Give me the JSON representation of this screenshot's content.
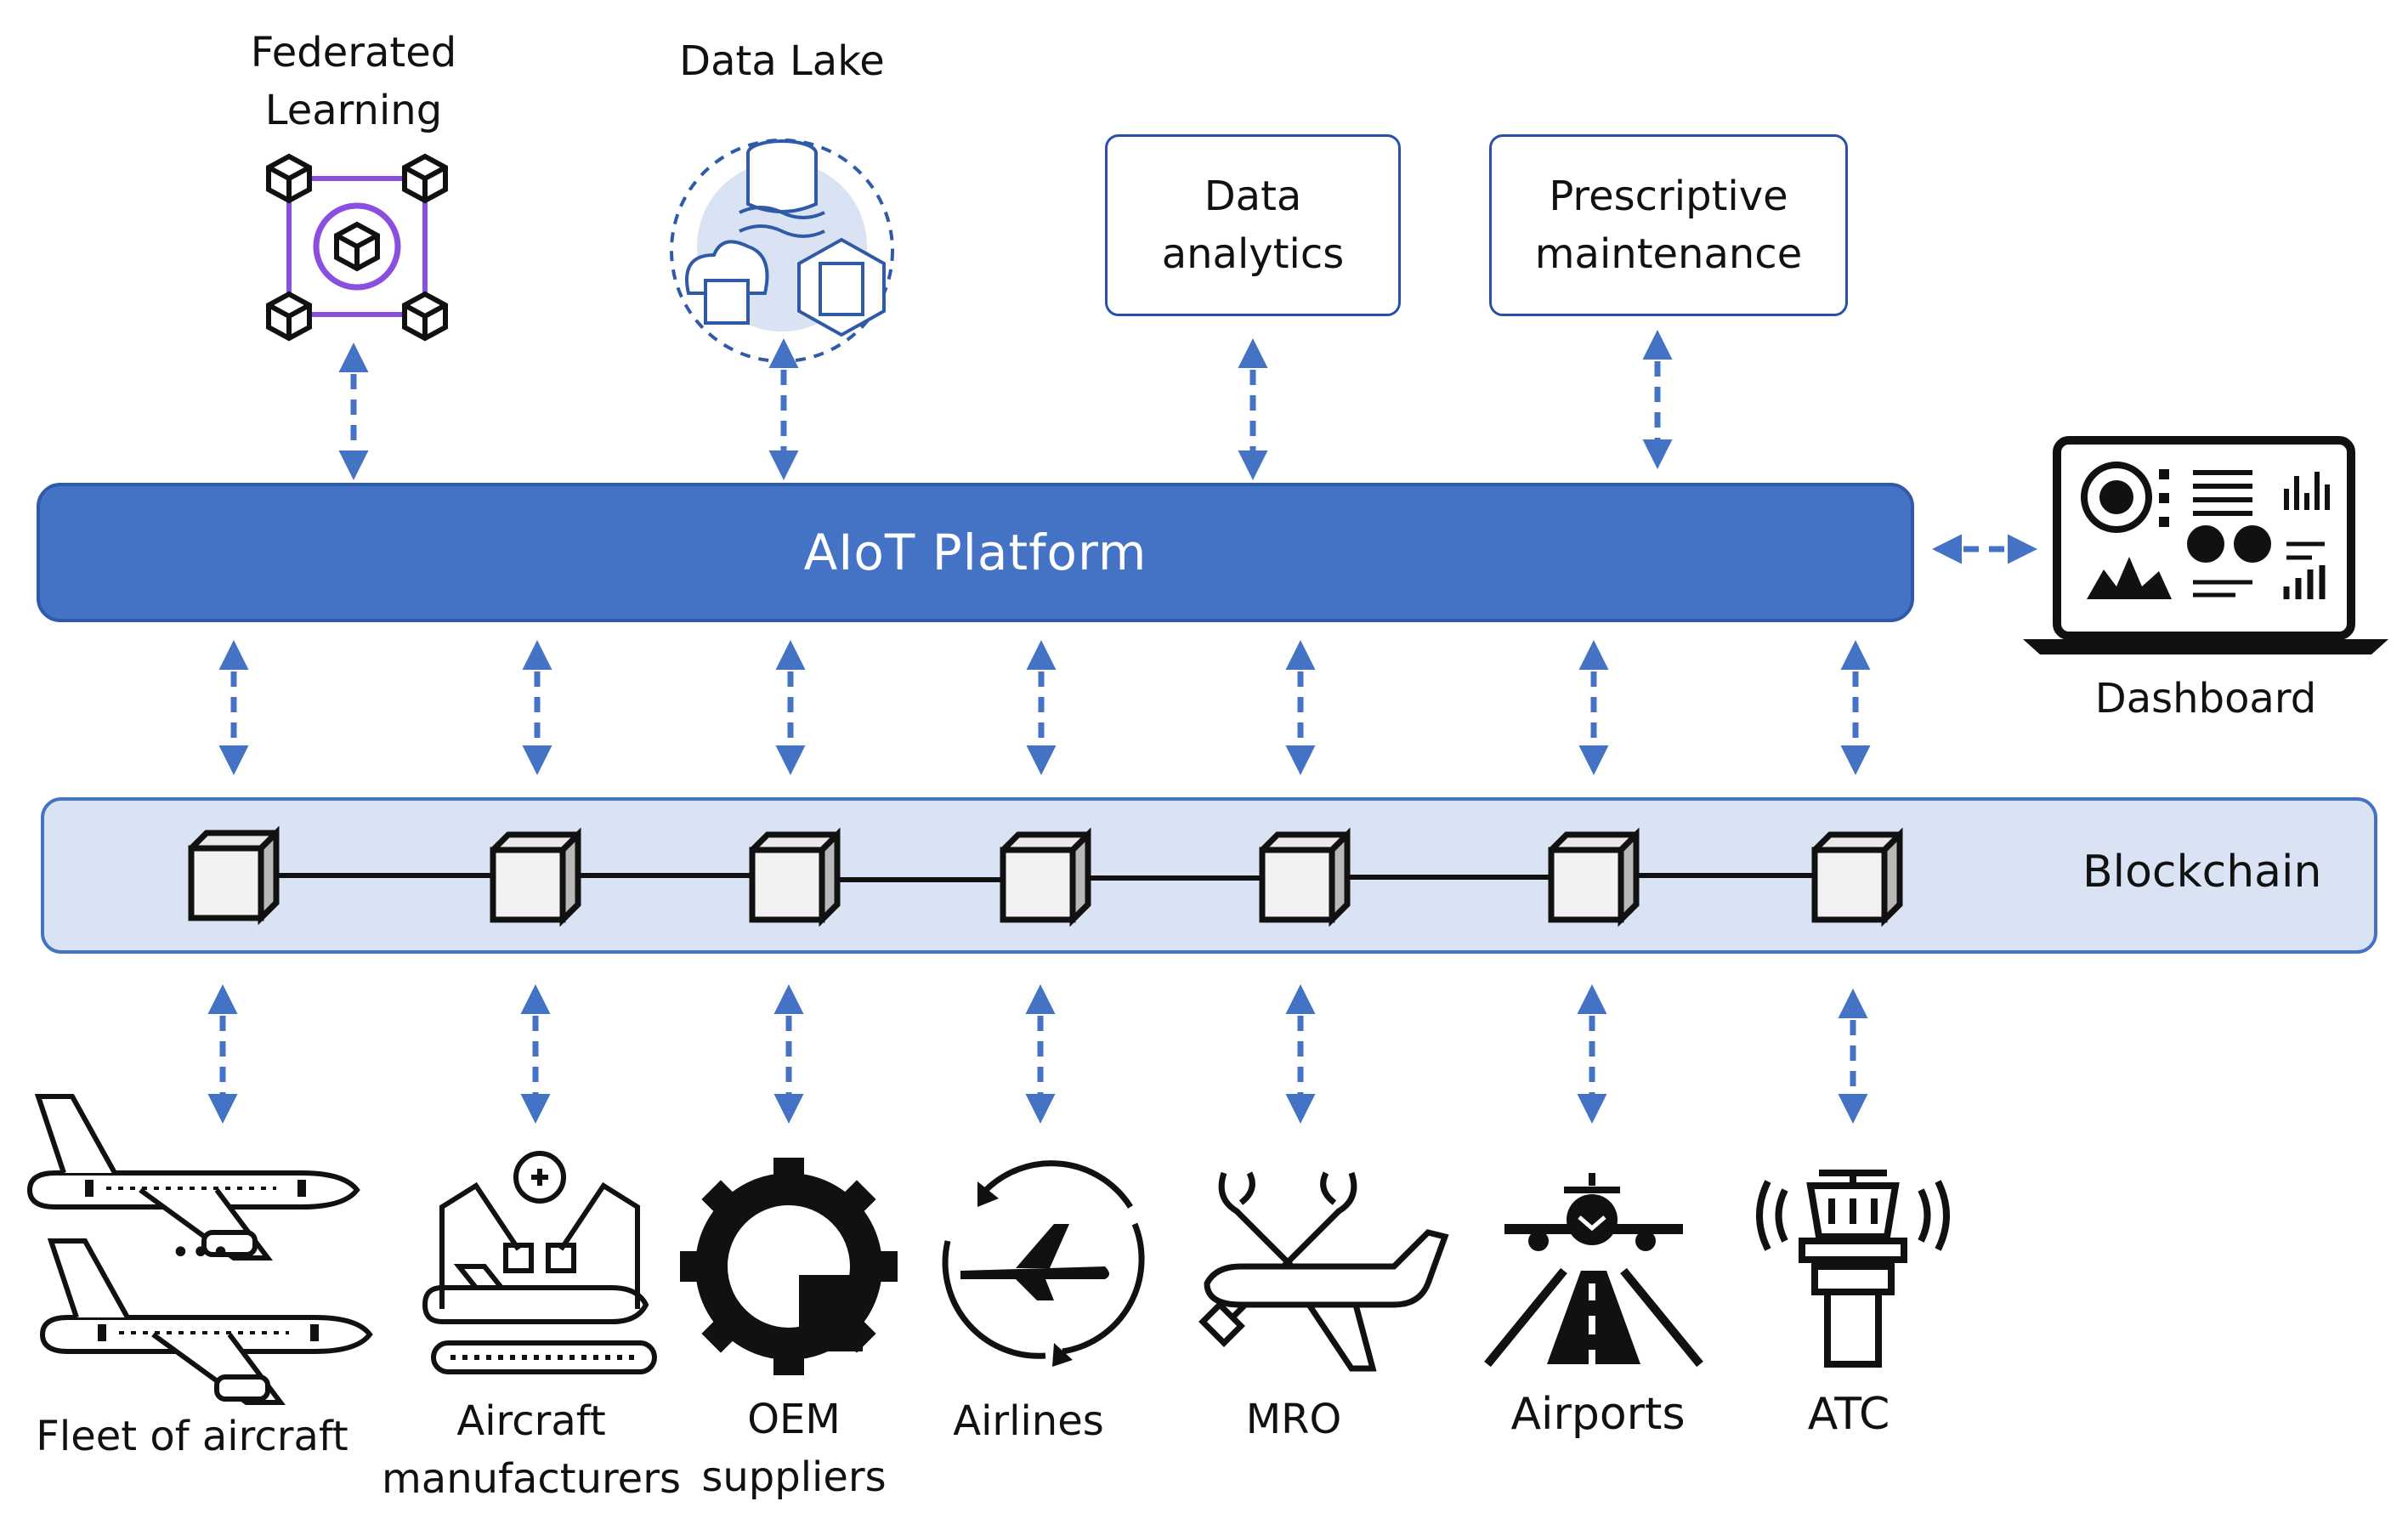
{
  "top": {
    "federated_learning": [
      "Federated",
      "Learning"
    ],
    "data_lake": "Data Lake",
    "data_analytics": [
      "Data",
      "analytics"
    ],
    "prescriptive_maintenance": [
      "Prescriptive",
      "maintenance"
    ]
  },
  "platform": {
    "label": "AIoT Platform"
  },
  "dashboard": {
    "label": "Dashboard"
  },
  "blockchain": {
    "label": "Blockchain"
  },
  "stakeholders": [
    {
      "lines": [
        "Fleet of aircraft"
      ],
      "icon": "aircraft-fleet-icon"
    },
    {
      "lines": [
        "Aircraft",
        "manufacturers"
      ],
      "icon": "robot-arms-assembly-icon"
    },
    {
      "lines": [
        "OEM",
        "suppliers"
      ],
      "icon": "gear-pie-icon"
    },
    {
      "lines": [
        "Airlines"
      ],
      "icon": "airplane-cycle-icon"
    },
    {
      "lines": [
        "MRO"
      ],
      "icon": "wrench-airplane-icon"
    },
    {
      "lines": [
        "Airports"
      ],
      "icon": "runway-airplane-icon"
    },
    {
      "lines": [
        "ATC"
      ],
      "icon": "control-tower-icon"
    }
  ],
  "fleet_ellipsis": "•••",
  "colors": {
    "platform": "#4472c4",
    "platform_border": "#2f5aa8",
    "blockchain_band": "#dae3f3",
    "arrow": "#4472c4",
    "federated_accent": "#8a4fe0",
    "box_border": "#2a4fa8"
  }
}
